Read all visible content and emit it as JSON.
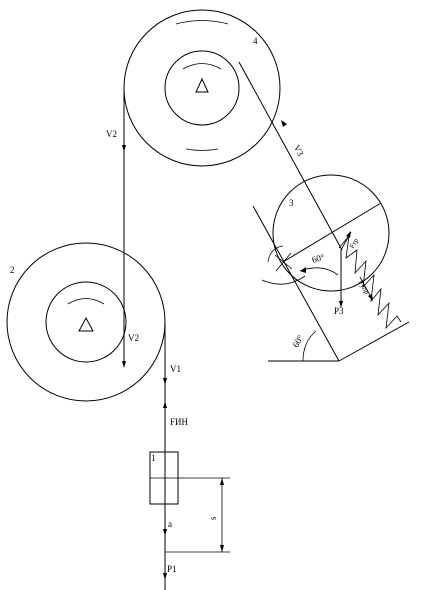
{
  "labels": {
    "body1": "1",
    "body2": "2",
    "body3": "3",
    "body4": "4",
    "v2_upper": "V2",
    "v2_lower": "V2",
    "v1": "V1",
    "f_in": "FИН",
    "a": "a",
    "s": "s",
    "p1": "P1",
    "p3": "P3",
    "v3": "V3",
    "f_tr": "Fтр",
    "f_upr": "Fупр",
    "angle_wall": "60°",
    "angle_incline": "60°"
  }
}
